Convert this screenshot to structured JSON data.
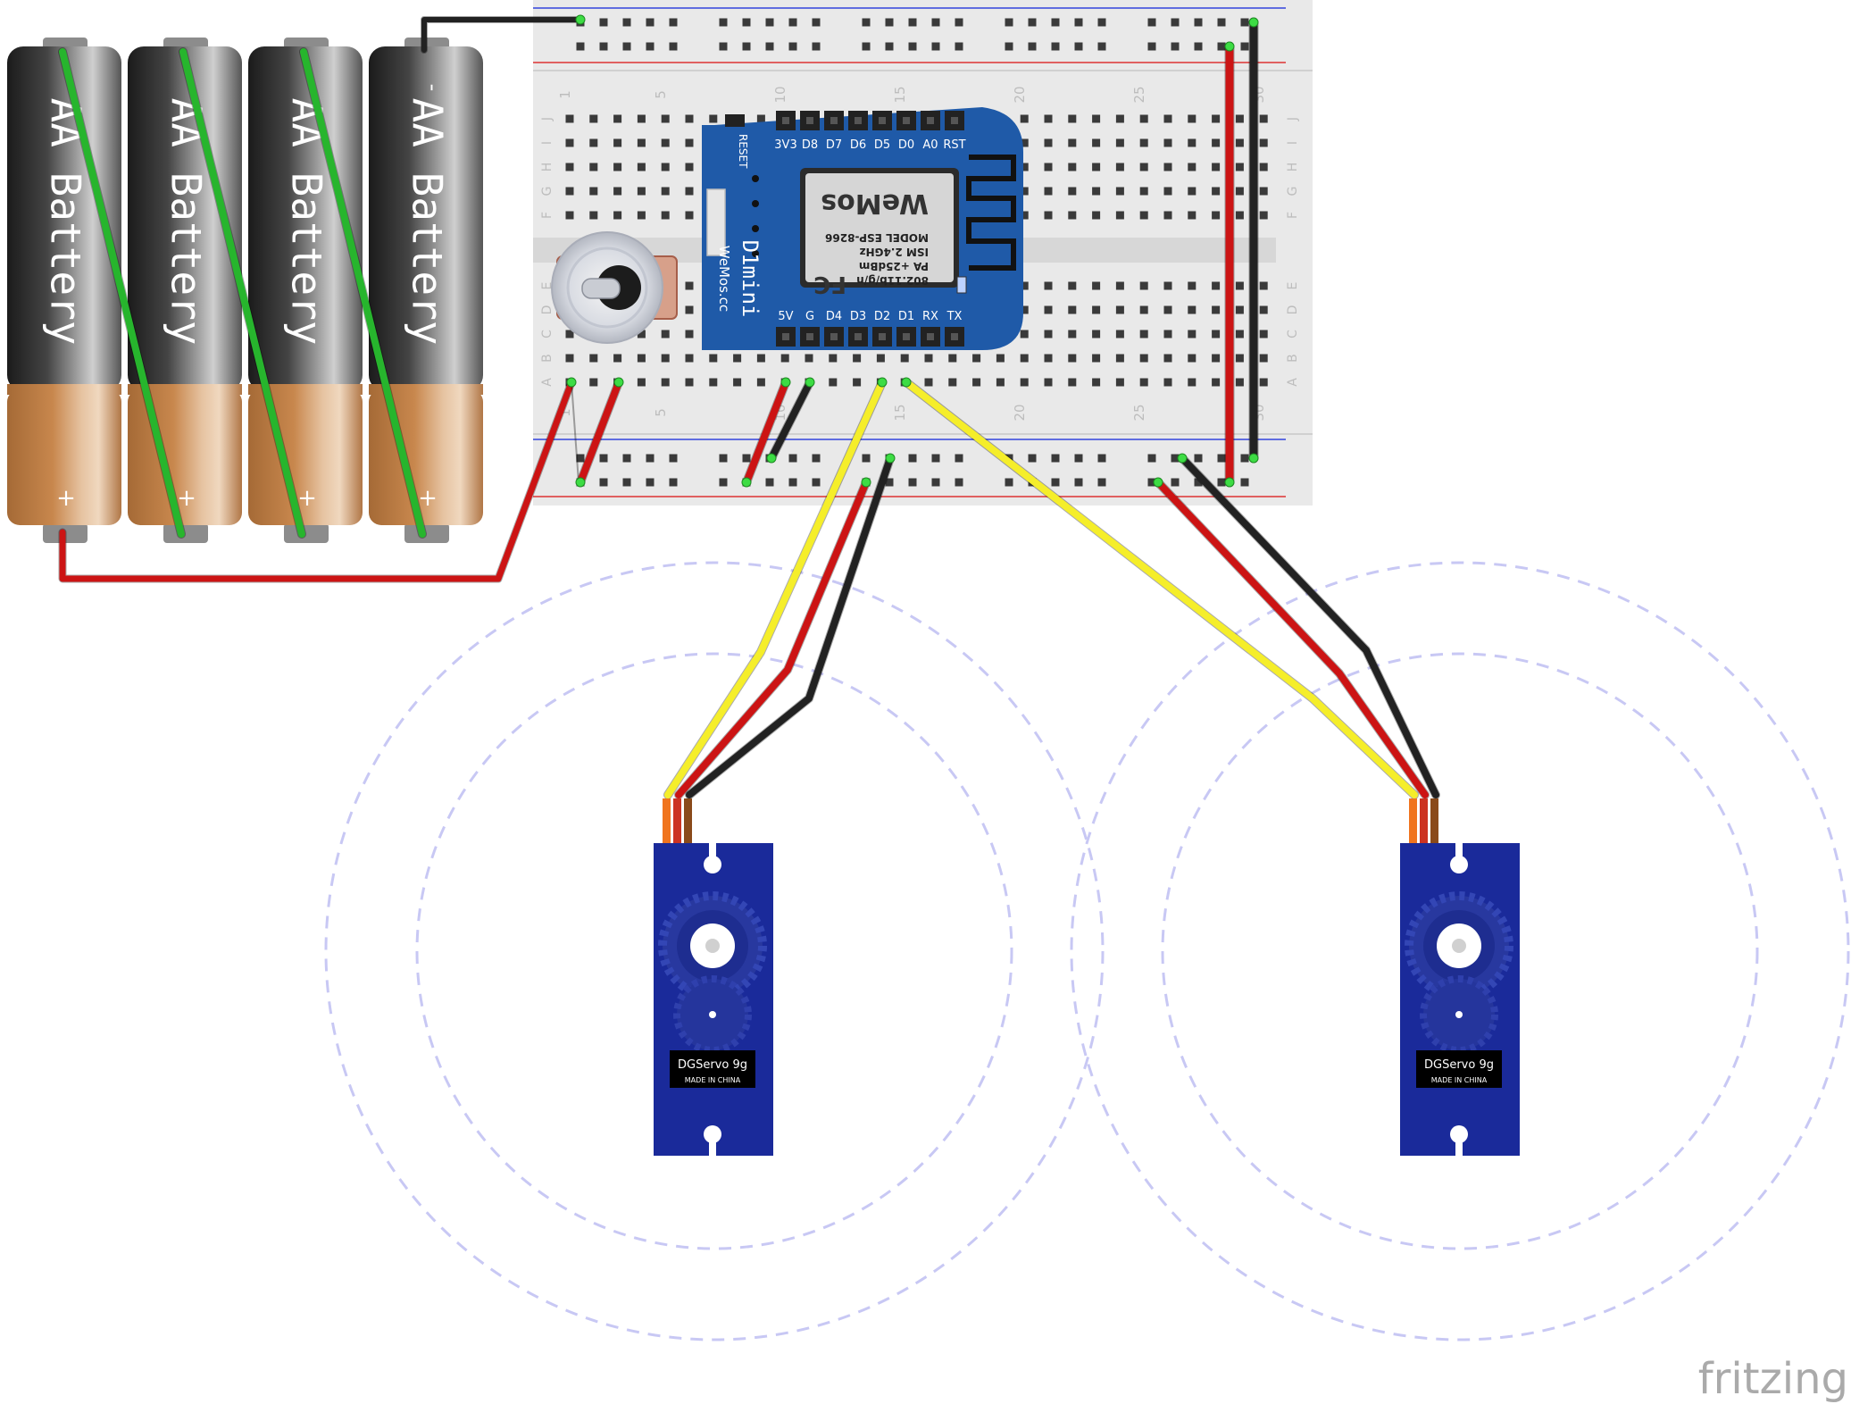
{
  "batteries": [
    {
      "label": "AA Battery",
      "minus": "-",
      "plus": "+"
    },
    {
      "label": "AA Battery",
      "minus": "-",
      "plus": "+"
    },
    {
      "label": "AA Battery",
      "minus": "-",
      "plus": "+"
    },
    {
      "label": "AA Battery",
      "minus": "-",
      "plus": "+"
    }
  ],
  "breadboard": {
    "column_numbers": [
      "1",
      "5",
      "10",
      "15",
      "20",
      "25",
      "30"
    ],
    "row_letters_top": [
      "J",
      "I",
      "H",
      "G",
      "F"
    ],
    "row_letters_bottom": [
      "E",
      "D",
      "C",
      "B",
      "A"
    ]
  },
  "d1mini": {
    "top_pins": [
      "3V3",
      "D8",
      "D7",
      "D6",
      "D5",
      "D0",
      "A0",
      "RST"
    ],
    "bottom_pins": [
      "5V",
      "G",
      "D4",
      "D3",
      "D2",
      "D1",
      "RX",
      "TX"
    ],
    "reset_label": "RESET",
    "brand": "D1mini",
    "site": "WeMos.cc",
    "chip_lines": [
      "MODEL ESP-8266",
      "ISM 2.4GHz",
      "PA +25dBm",
      "802.11b/g/n"
    ],
    "chip_brand": "WeMos",
    "fcc_mark": "FC"
  },
  "servos": [
    {
      "model": "DGServo 9g",
      "origin": "MADE IN CHINA"
    },
    {
      "model": "DGServo 9g",
      "origin": "MADE IN CHINA"
    }
  ],
  "watermark": "fritzing",
  "colors": {
    "wire_red": "#cc1414",
    "wire_black": "#222222",
    "wire_yellow": "#f5ee2a",
    "wire_green": "#27b52d",
    "servo_blue": "#1a2a9a",
    "board_blue": "#1f5aa8",
    "breadboard": "#e9e9e9",
    "rail_blue": "#3344dd",
    "rail_red": "#dd3333",
    "dashed_circle": "#c8c8f4"
  }
}
